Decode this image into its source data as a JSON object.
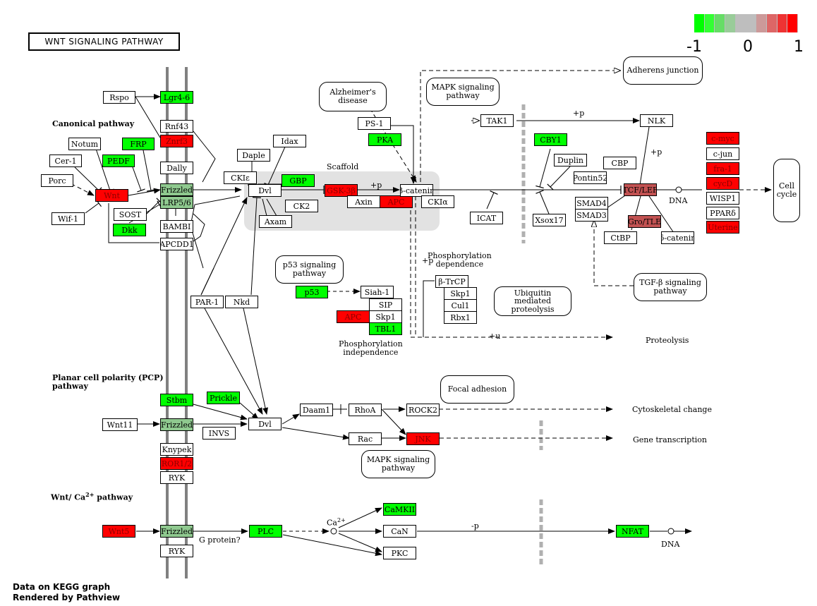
{
  "title": "WNT SIGNALING PATHWAY",
  "legend": {
    "min_label": "-1",
    "mid_label": "0",
    "max_label": "1",
    "colors": [
      "#00ff00",
      "#33ff33",
      "#66dd66",
      "#99cc99",
      "#bebebe",
      "#bebebe",
      "#cc9999",
      "#dd6666",
      "#ee3333",
      "#ff0000"
    ]
  },
  "footer": {
    "line1": "Data on KEGG graph",
    "line2": "Rendered by Pathview"
  },
  "sections": {
    "canonical": "Canonical pathway",
    "pcp": "Planar cell polarity (PCP)\npathway",
    "ca_prefix": "Wnt/ Ca",
    "ca_sup": "2+",
    "ca_suffix": " pathway"
  },
  "labels": {
    "scaffold": "Scaffold",
    "dna1": "DNA",
    "dna2": "DNA",
    "plus_p_1": "+p",
    "plus_p_2": "+p",
    "plus_p_3": "+p",
    "plus_p_4": "+p",
    "plus_u": "+u",
    "minus_p": "-p",
    "phos_dep": "Phosphorylation\ndependence",
    "phos_indep": "Phosphorylation\nindependence",
    "proteolysis": "Proteolysis",
    "cytoskeletal": "Cytoskeletal change",
    "gene_transcription": "Gene transcription",
    "g_protein": "G protein?",
    "ca_base": "Ca",
    "ca_sup": "2+"
  },
  "pathway_links": {
    "alzheimers": "Alzheimer's\ndisease",
    "adherens": "Adherens junction",
    "mapk1": "MAPK signaling\npathway",
    "p53": "p53 signaling\npathway",
    "ubiquitin": "Ubiquitin mediated\nproteolysis",
    "tgfb": "TGF-β signaling\npathway",
    "cellcycle": "Cell\ncycle",
    "focal": "Focal adhesion",
    "mapk2": "MAPK signaling\npathway"
  },
  "nodes": {
    "rspo": "Rspo",
    "lgr": "Lgr4-6",
    "rnf43": "Rnf43",
    "znrf3": "Znrf3",
    "notum": "Notum",
    "frp": "FRP",
    "cer1": "Cer-1",
    "pedf": "PEDF",
    "dally": "Dally",
    "porc": "Porc",
    "wnt": "Wnt",
    "frizzled1": "Frizzled",
    "lrp": "LRP5/6",
    "wif1": "Wif-1",
    "sost": "SOST",
    "bambi": "BAMBI",
    "dkk": "Dkk",
    "apcdd1": "APCDD1",
    "idax": "Idax",
    "daple": "Daple",
    "ckie": "CKIε",
    "dvl1": "Dvl",
    "gbp": "GBP",
    "ck2": "CK2",
    "axam": "Axam",
    "gsk3b": "GSK-3β",
    "axin": "Axin",
    "apc1": "APC",
    "bcatenin": "β-catenin",
    "ckia": "CKIα",
    "ps1": "PS-1",
    "pka": "PKA",
    "tak1": "TAK1",
    "nlk": "NLK",
    "cby1": "CBY1",
    "duplin": "Duplin",
    "pontin52": "Pontin52",
    "cbp": "CBP",
    "icat": "ICAT",
    "xsox17": "Xsox17",
    "smad4": "SMAD4",
    "smad3": "SMAD3",
    "tcflef": "TCF/LEF",
    "grotle": "Gro/TLE",
    "ctbp": "CtBP",
    "dcatenin": "δ-catenin",
    "cmyc": "c-myc",
    "cjun": "c-jun",
    "fra1": "fra-1",
    "cycd": "cycD",
    "wisp1": "WISP1",
    "ppard": "PPARδ",
    "uterine": "Uterine",
    "p53": "p53",
    "siah1": "Siah-1",
    "sip": "SIP",
    "skp1a": "Skp1",
    "apc2": "APC",
    "tbl1": "TBL1",
    "btrcp": "β-TrCP",
    "skp1b": "Skp1",
    "cul1": "Cul1",
    "rbx1": "Rbx1",
    "par1": "PAR-1",
    "nkd": "Nkd",
    "stbm": "Stbm",
    "prickle": "Prickle",
    "wnt11": "Wnt11",
    "frizzled2": "Frizzled",
    "invs": "INVS",
    "dvl2": "Dvl",
    "knypek": "Knypek",
    "ror12": "ROR1/2",
    "ryk1": "RYK",
    "daam1": "Daam1",
    "rhoa": "RhoA",
    "rock2": "ROCK2",
    "rac": "Rac",
    "jnk": "JNK",
    "wnt5": "Wnt5",
    "frizzled3": "Frizzled",
    "ryk2": "RYK",
    "plc": "PLC",
    "camkii": "CaMKII",
    "can": "CaN",
    "pkc": "PKC",
    "nfat": "NFAT"
  }
}
